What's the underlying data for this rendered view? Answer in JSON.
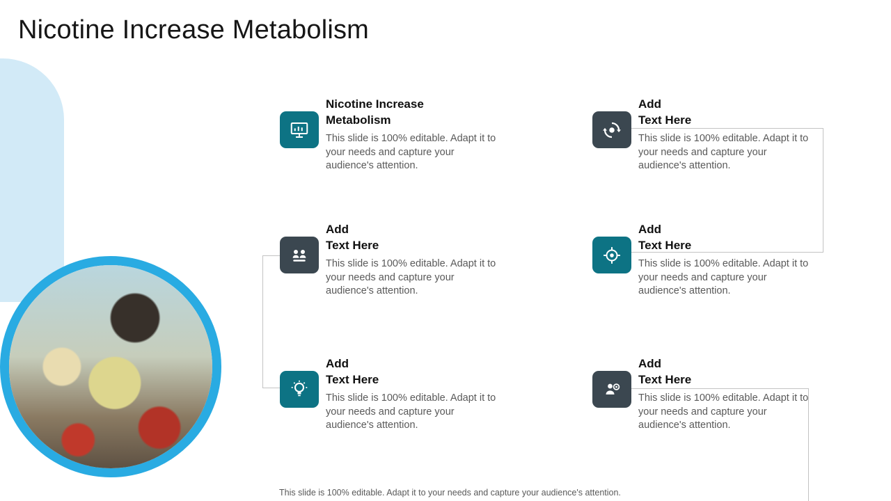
{
  "title": "Nicotine Increase Metabolism",
  "footer": "This slide is 100% editable. Adapt it to your needs and capture your audience's attention.",
  "photo": {
    "description": "children-building-project-photo"
  },
  "colors": {
    "accent_blue": "#29abe2",
    "light_blue": "#d2eaf7",
    "icon_teal": "#0d7384",
    "icon_dark": "#3b4750",
    "body_gray": "#595959",
    "line_gray": "#c3c3c3"
  },
  "items": [
    {
      "icon": "laptop-presentation-icon",
      "variant": "teal",
      "heading": "Nicotine Increase\nMetabolism",
      "body": "This slide is 100% editable. Adapt it to your needs and capture your audience's attention."
    },
    {
      "icon": "sync-process-icon",
      "variant": "dark",
      "heading": "Add\nText Here",
      "body": "This slide is 100% editable. Adapt it to your needs and capture your audience's attention."
    },
    {
      "icon": "team-meeting-icon",
      "variant": "dark",
      "heading": "Add\nText Here",
      "body": "This slide is 100% editable. Adapt it to your needs and capture your audience's attention."
    },
    {
      "icon": "target-strategy-icon",
      "variant": "teal",
      "heading": "Add\nText Here",
      "body": "This slide is 100% editable. Adapt it to your needs and capture your audience's attention."
    },
    {
      "icon": "idea-bulb-icon",
      "variant": "teal",
      "heading": "Add\nText Here",
      "body": "This slide is 100% editable. Adapt it to your needs and capture your audience's attention."
    },
    {
      "icon": "leader-goal-icon",
      "variant": "dark",
      "heading": "Add\nText Here",
      "body": "This slide is 100% editable. Adapt it to your needs and capture your audience's attention."
    }
  ]
}
